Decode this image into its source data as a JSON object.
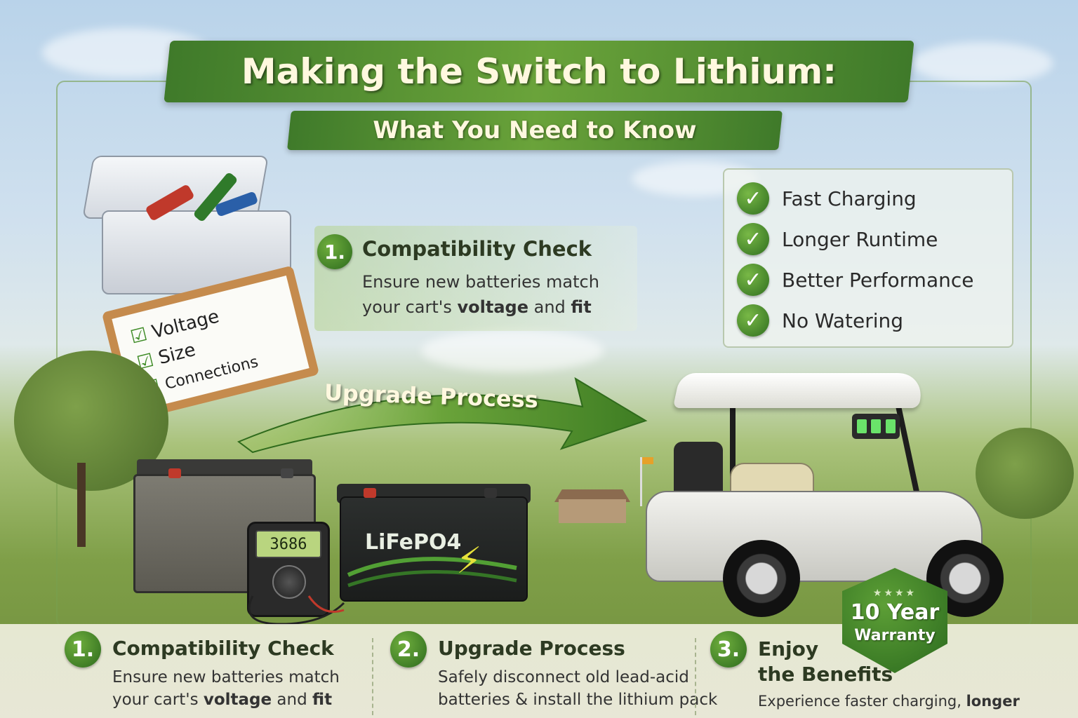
{
  "title": "Making the Switch to Lithium:",
  "subtitle": "What You Need to Know",
  "benefits": [
    {
      "icon": "check-icon",
      "label": "Fast Charging"
    },
    {
      "icon": "check-icon",
      "label": "Longer Runtime"
    },
    {
      "icon": "check-icon",
      "label": "Better Performance"
    },
    {
      "icon": "check-icon",
      "label": "No Watering"
    }
  ],
  "step_mid": {
    "number": "1.",
    "heading": "Compatibility Check",
    "desc_line1": "Ensure new batteries match",
    "desc_line2_prefix": "your cart's ",
    "desc_line2_bold1": "voltage",
    "desc_line2_mid": " and ",
    "desc_line2_bold2": "fit"
  },
  "clipboard": {
    "items": [
      "Voltage",
      "Size",
      "Connections"
    ]
  },
  "arrow_label": "Upgrade Process",
  "battery_label": "LiFePO4",
  "meter_reading": "3686",
  "warranty": {
    "stars": "★★★★",
    "line1": "10 Year",
    "line2": "Warranty"
  },
  "bottom_steps": [
    {
      "number": "1.",
      "heading": "Compatibility Check",
      "desc1": "Ensure new batteries match",
      "desc2_prefix": "your cart's ",
      "desc2_bold1": "voltage",
      "desc2_mid": " and ",
      "desc2_bold2": "fit"
    },
    {
      "number": "2.",
      "heading": "Upgrade Process",
      "desc1": "Safely disconnect old lead-acid",
      "desc2": "batteries & install the lithium pack"
    },
    {
      "number": "3.",
      "heading_line1": "Enjoy",
      "heading_line2": "the Benefits",
      "desc1_prefix": "Experience faster charging, ",
      "desc1_bold": "longer"
    }
  ],
  "colors": {
    "accent_green": "#4c8a2c",
    "banner_text": "#fff8df",
    "led_green": "#6ae36a"
  }
}
